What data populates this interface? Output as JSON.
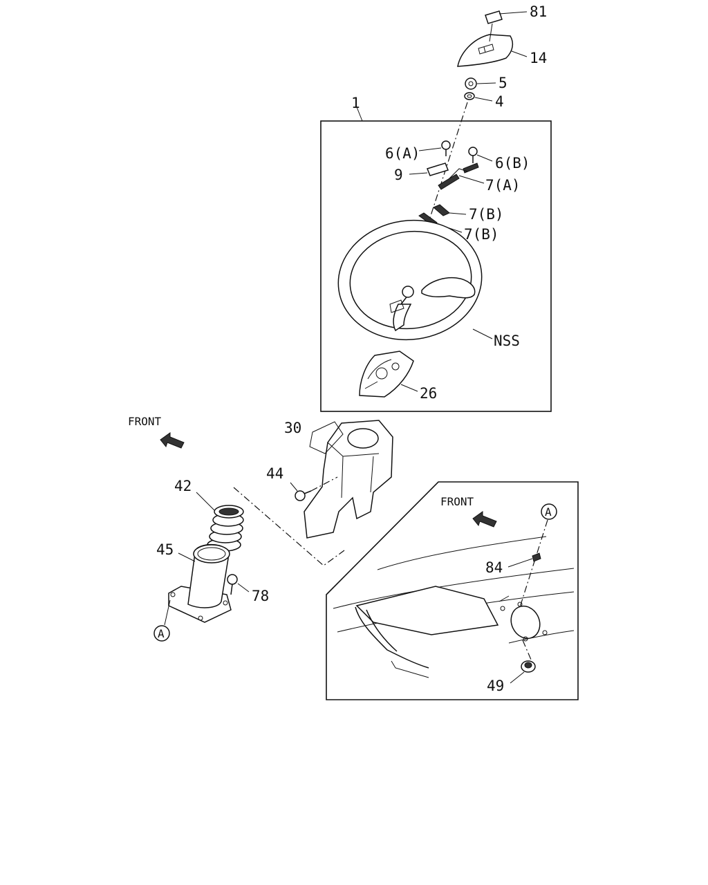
{
  "labels": {
    "p81": "81",
    "p14": "14",
    "p5": "5",
    "p4": "4",
    "p1": "1",
    "p6a": "6(A)",
    "p6b": "6(B)",
    "p9": "9",
    "p7a": "7(A)",
    "p7b_upper": "7(B)",
    "p7b_lower": "7(B)",
    "nss": "NSS",
    "p26": "26",
    "front_main": "FRONT",
    "p30": "30",
    "p44": "44",
    "p42": "42",
    "p45": "45",
    "p78": "78",
    "ref_a_left": "A",
    "front_inset": "FRONT",
    "ref_a_inset": "A",
    "p84": "84",
    "p49": "49"
  }
}
